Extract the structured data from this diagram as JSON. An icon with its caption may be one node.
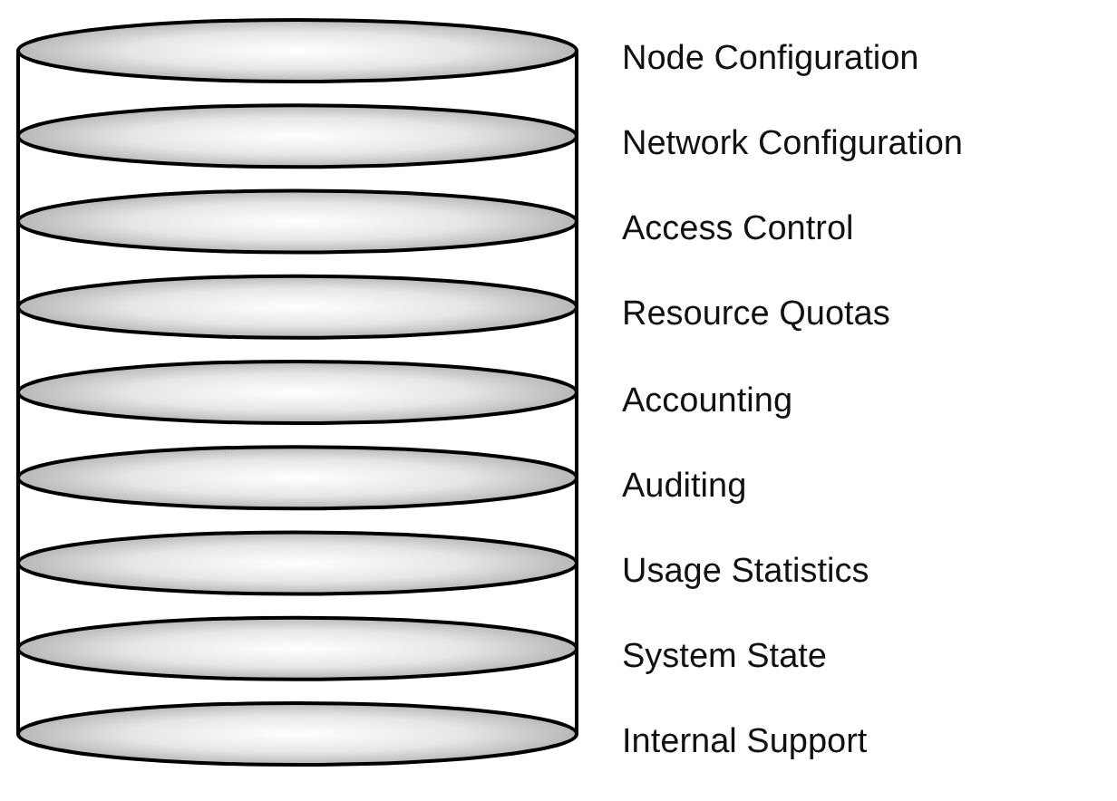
{
  "diagram": {
    "labels": [
      "Node Configuration",
      "Network Configuration",
      "Access Control",
      "Resource Quotas",
      "Accounting",
      "Auditing",
      "Usage Statistics",
      "System State",
      "Internal Support"
    ]
  }
}
